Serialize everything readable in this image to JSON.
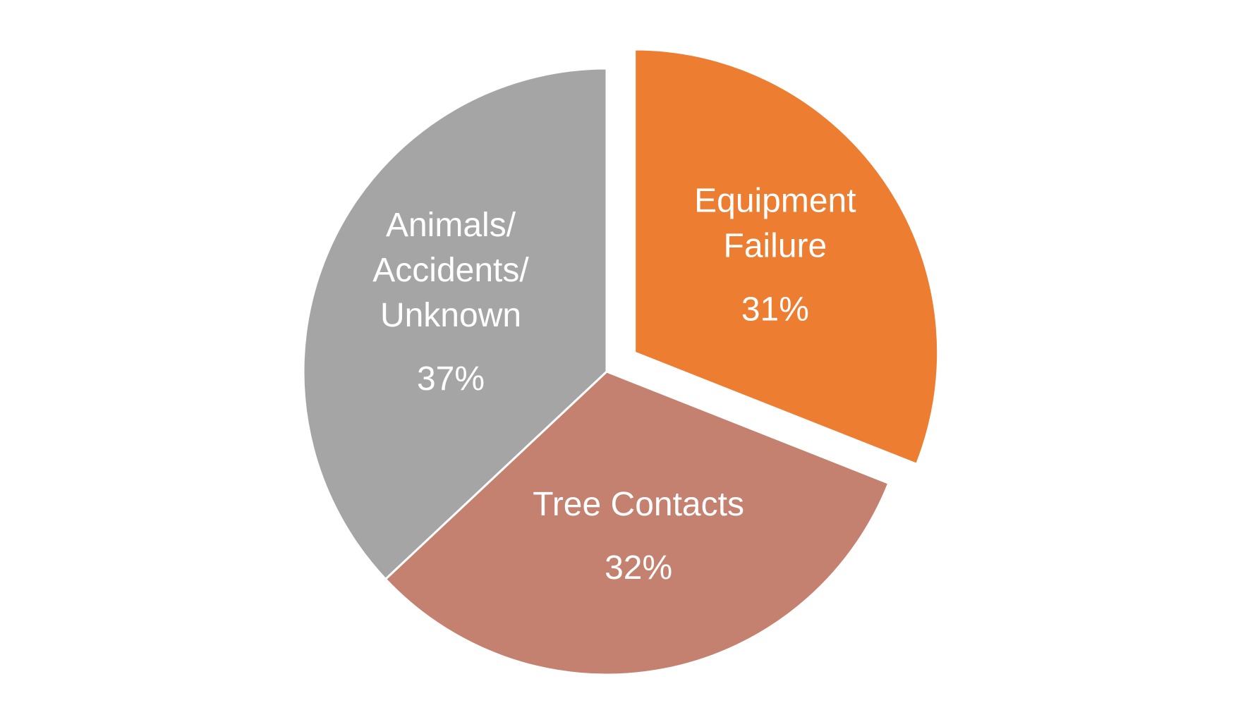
{
  "chart_data": {
    "type": "pie",
    "title": "",
    "slices": [
      {
        "label_lines": [
          "Equipment",
          "Failure"
        ],
        "value": 31,
        "value_label": "31%",
        "color": "#ED7D31",
        "exploded": true
      },
      {
        "label_lines": [
          "Tree Contacts"
        ],
        "value": 32,
        "value_label": "32%",
        "color": "#C48170",
        "exploded": false
      },
      {
        "label_lines": [
          "Animals/",
          "Accidents/",
          "Unknown"
        ],
        "value": 37,
        "value_label": "37%",
        "color": "#A5A5A5",
        "exploded": false
      }
    ],
    "start_angle": "12 o'clock",
    "direction": "clockwise",
    "legend": "none",
    "label_placement": "inside"
  }
}
